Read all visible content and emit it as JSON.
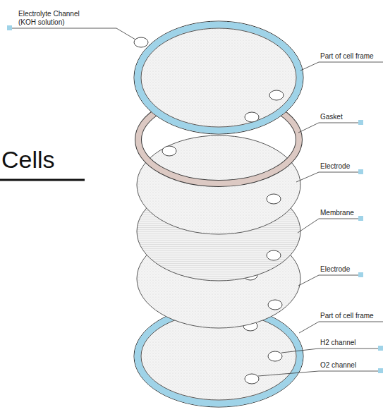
{
  "diagram": {
    "title": "Cells",
    "labels": [
      "Electrolyte Channel (KOH solution)",
      "Part of cell frame",
      "Gasket",
      "Electrode",
      "Membrane",
      "Electrode",
      "Part of cell frame",
      "H2 channel",
      "O2 channel"
    ]
  }
}
